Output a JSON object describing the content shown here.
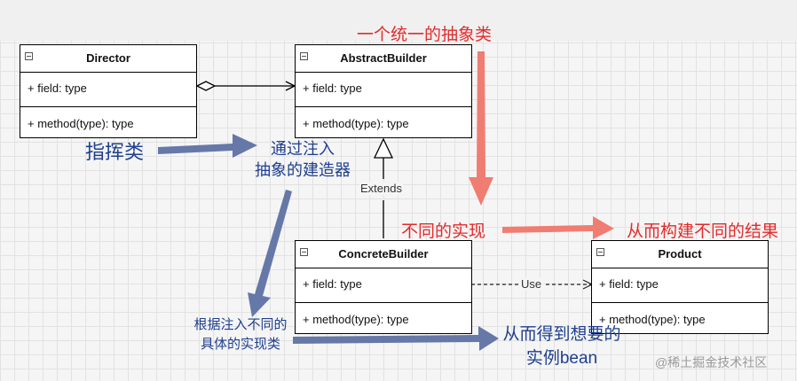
{
  "classes": {
    "director": {
      "name": "Director",
      "field": "+ field: type",
      "method": "+ method(type): type"
    },
    "abstract_builder": {
      "name": "AbstractBuilder",
      "field": "+ field: type",
      "method": "+ method(type): type"
    },
    "concrete_builder": {
      "name": "ConcreteBuilder",
      "field": "+ field: type",
      "method": "+ method(type): type"
    },
    "product": {
      "name": "Product",
      "field": "+ field: type",
      "method": "+ method(type): type"
    }
  },
  "edges": {
    "extends_label": "Extends",
    "use_label": "Use"
  },
  "annotations": {
    "unified_abstract_class": "一个统一的抽象类",
    "director_label": "指挥类",
    "inject_line1": "通过注入",
    "inject_line2": "抽象的建造器",
    "different_impl": "不同的实现",
    "different_result": "从而构建不同的结果",
    "inject_concrete_line1": "根据注入不同的",
    "inject_concrete_line2": "具体的实现类",
    "get_bean_line1": "从而得到想要的",
    "get_bean_line2": "实例bean"
  },
  "watermark": "@稀土掘金技术社区",
  "colors": {
    "annotation_red": "#e32b2b",
    "arrow_red": "#f07d72",
    "annotation_blue": "#1e3f8f",
    "arrow_blue": "#6678a8"
  }
}
